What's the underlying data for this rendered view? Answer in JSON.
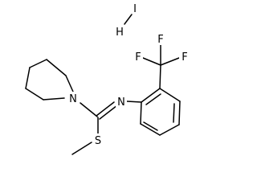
{
  "atoms": {
    "salt_I": "I",
    "salt_H": "H",
    "n_pyrrolidine": "N",
    "n_imine": "N",
    "s_thioether": "S",
    "f_top": "F",
    "f_left": "F",
    "f_right": "F"
  },
  "colors": {
    "bond": "#000000",
    "label": "#000000",
    "background": "#ffffff"
  }
}
